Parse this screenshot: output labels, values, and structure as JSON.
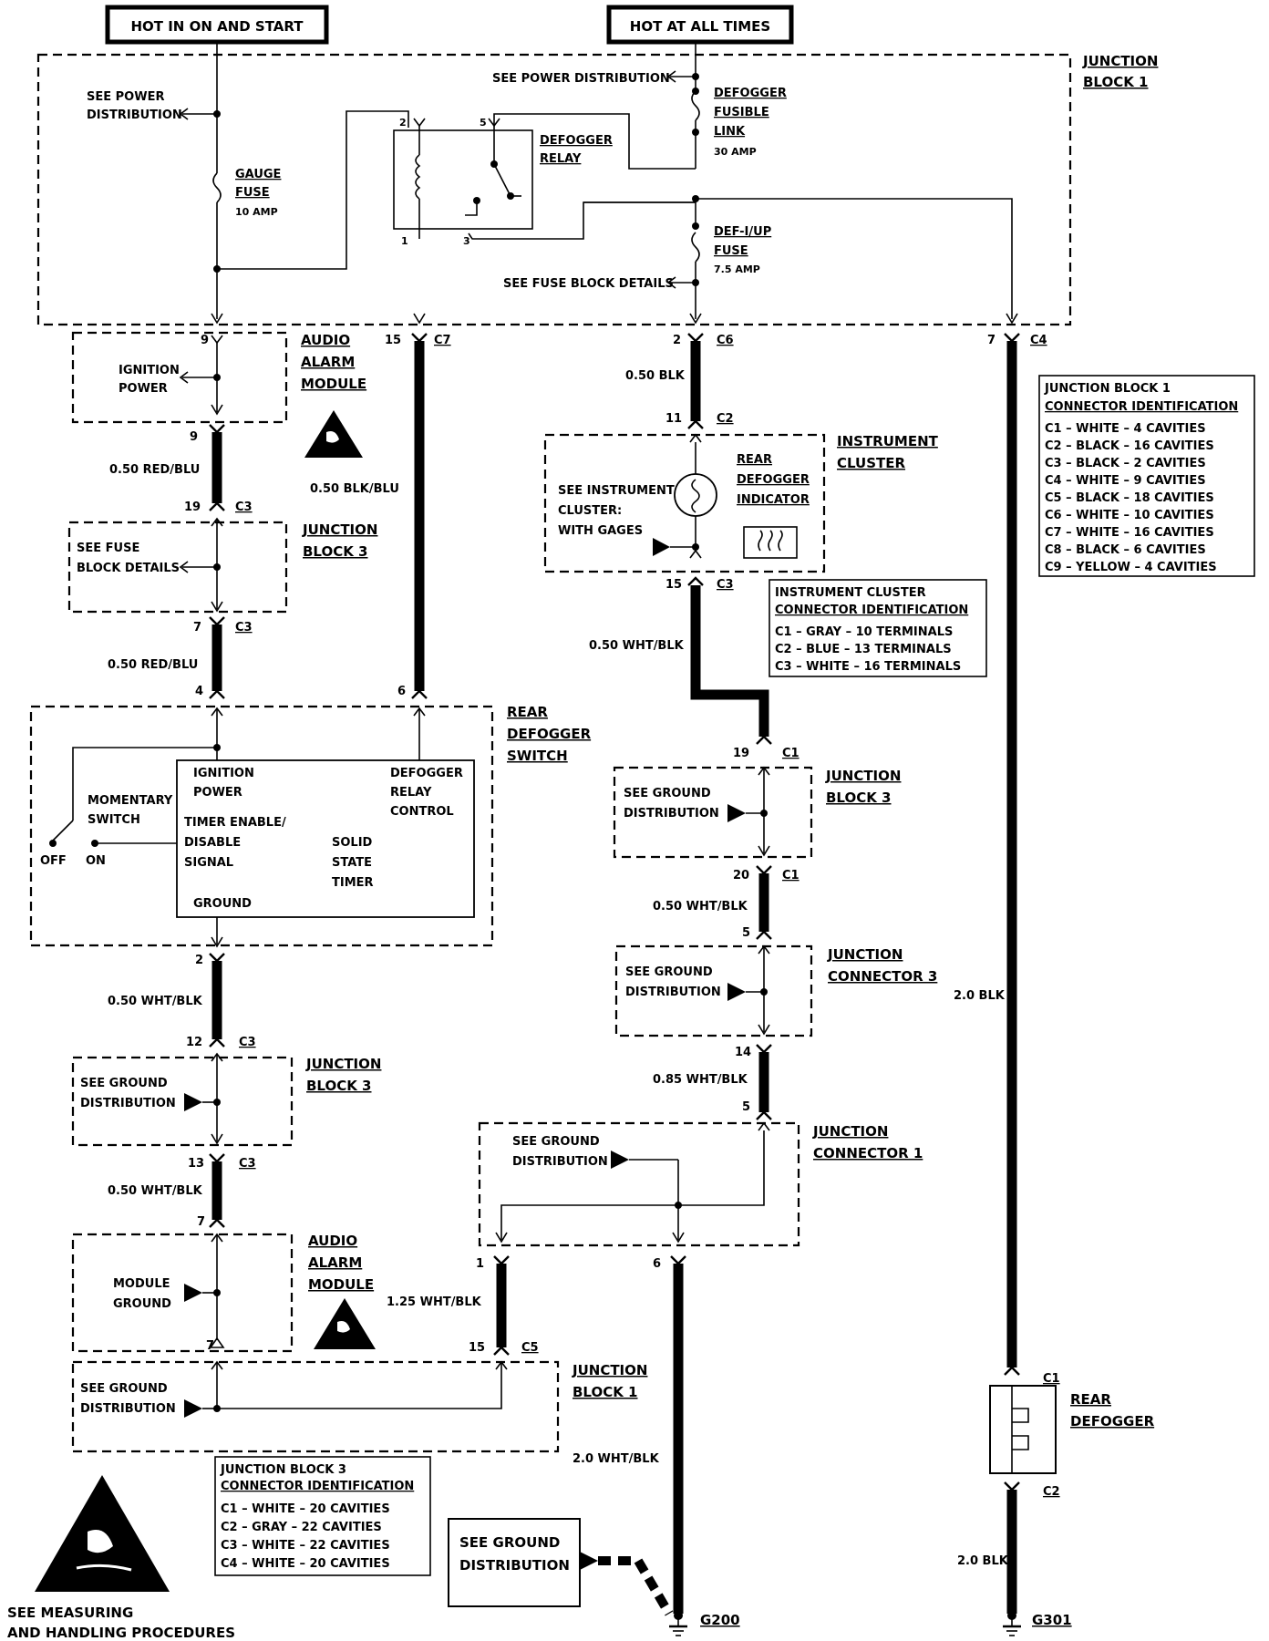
{
  "header": {
    "hot_run_start": "HOT IN ON AND START",
    "hot_all_times": "HOT AT ALL TIMES"
  },
  "junction_block_1": {
    "title_line1": "JUNCTION",
    "title_line2": "BLOCK 1",
    "see_power_distribution_left_1": "SEE POWER",
    "see_power_distribution_left_2": "DISTRIBUTION",
    "see_power_distribution_right": "SEE POWER DISTRIBUTION",
    "gauge_fuse_1": "GAUGE",
    "gauge_fuse_2": "FUSE",
    "gauge_fuse_amp": "10 AMP",
    "defogger_relay_1": "DEFOGGER",
    "defogger_relay_2": "RELAY",
    "fusible_link_1": "DEFOGGER",
    "fusible_link_2": "FUSIBLE",
    "fusible_link_3": "LINK",
    "fusible_link_amp": "30 AMP",
    "def_fuse_1": "DEF-I/UP",
    "def_fuse_2": "FUSE",
    "def_fuse_amp": "7.5 AMP",
    "see_fuse_block_details": "SEE FUSE BLOCK DETAILS",
    "relay_pins": [
      "2",
      "5",
      "1",
      "3"
    ]
  },
  "connectors_top": {
    "pin9": "9",
    "pin15": "15",
    "c7": "C7",
    "pin2": "2",
    "c6": "C6",
    "pin7": "7",
    "c4": "C4"
  },
  "audio_alarm_module_top": {
    "title": [
      "AUDIO",
      "ALARM",
      "MODULE"
    ],
    "ignition_power": [
      "IGNITION",
      "POWER"
    ]
  },
  "wires": {
    "red_blu_1": "0.50 RED/BLU",
    "red_blu_2": "0.50 RED/BLU",
    "blk_blu": "0.50 BLK/BLU",
    "blk": "0.50 BLK",
    "wht_blk_1": "0.50 WHT/BLK",
    "wht_blk_2": "0.50 WHT/BLK",
    "wht_blk_3": "0.85 WHT/BLK",
    "wht_blk_4": "0.50 WHT/BLK",
    "wht_blk_5": "0.50 WHT/BLK",
    "wht_blk_6": "1.25 WHT/BLK",
    "wht_blk_7": "2.0 WHT/BLK",
    "blk_2": "2.0 BLK",
    "blk_3": "2.0 BLK"
  },
  "junction_block_3_top": {
    "title": [
      "JUNCTION",
      "BLOCK 3"
    ],
    "see_fuse": [
      "SEE FUSE",
      "BLOCK DETAILS"
    ],
    "pin19": "19",
    "c3a": "C3",
    "pin7": "7",
    "c3b": "C3",
    "pin4": "4",
    "pin6": "6"
  },
  "rear_defogger_switch": {
    "title": [
      "REAR",
      "DEFOGGER",
      "SWITCH"
    ],
    "momentary": [
      "MOMENTARY",
      "SWITCH"
    ],
    "off": "OFF",
    "on": "ON",
    "ignition_power": [
      "IGNITION",
      "POWER"
    ],
    "relay_control": [
      "DEFOGGER",
      "RELAY",
      "CONTROL"
    ],
    "timer_enable": [
      "TIMER ENABLE/",
      "DISABLE",
      "SIGNAL"
    ],
    "solid_state": [
      "SOLID",
      "STATE",
      "TIMER"
    ],
    "ground": "GROUND",
    "pin2": "2"
  },
  "junction_block_3_mid": {
    "title": [
      "JUNCTION",
      "BLOCK 3"
    ],
    "see_ground": [
      "SEE GROUND",
      "DISTRIBUTION"
    ],
    "pin12": "12",
    "c3a": "C3",
    "pin13": "13",
    "c3b": "C3"
  },
  "audio_alarm_module_bottom": {
    "title": [
      "AUDIO",
      "ALARM",
      "MODULE"
    ],
    "module_ground": [
      "MODULE",
      "GROUND"
    ],
    "pin7a": "7",
    "pin7b": "7"
  },
  "junction_block_1_bottom": {
    "title": [
      "JUNCTION",
      "BLOCK 1"
    ],
    "see_ground": [
      "SEE GROUND",
      "DISTRIBUTION"
    ],
    "pin15": "15",
    "c5": "C5",
    "pin1": "1"
  },
  "jb3_table": {
    "header": [
      "JUNCTION BLOCK 3",
      "CONNECTOR IDENTIFICATION"
    ],
    "rows": [
      "C1 – WHITE – 20 CAVITIES",
      "C2 – GRAY – 22 CAVITIES",
      "C3 – WHITE – 22 CAVITIES",
      "C4 – WHITE – 20 CAVITIES"
    ]
  },
  "esd_note": [
    "SEE MEASURING",
    "AND HANDLING PROCEDURES"
  ],
  "instrument_cluster": {
    "title": [
      "INSTRUMENT",
      "CLUSTER"
    ],
    "see": [
      "SEE INSTRUMENT",
      "CLUSTER:",
      "WITH GAGES"
    ],
    "indicator": [
      "REAR",
      "DEFOGGER",
      "INDICATOR"
    ],
    "pin11": "11",
    "c2": "C2",
    "pin15": "15",
    "c3": "C3"
  },
  "ic_table": {
    "header": [
      "INSTRUMENT CLUSTER",
      "CONNECTOR IDENTIFICATION"
    ],
    "rows": [
      "C1 – GRAY – 10 TERMINALS",
      "C2 – BLUE – 13 TERMINALS",
      "C3 – WHITE – 16 TERMINALS"
    ]
  },
  "jb1_table": {
    "header": [
      "JUNCTION BLOCK 1",
      "CONNECTOR IDENTIFICATION"
    ],
    "rows": [
      "C1 – WHITE – 4 CAVITIES",
      "C2 – BLACK – 16 CAVITIES",
      "C3 – BLACK – 2 CAVITIES",
      "C4 – WHITE – 9 CAVITIES",
      "C5 – BLACK – 18 CAVITIES",
      "C6 – WHITE – 10 CAVITIES",
      "C7 – WHITE – 16 CAVITIES",
      "C8 – BLACK – 6 CAVITIES",
      "C9 – YELLOW – 4 CAVITIES"
    ]
  },
  "junction_block_3_right": {
    "title": [
      "JUNCTION",
      "BLOCK 3"
    ],
    "see_ground": [
      "SEE GROUND",
      "DISTRIBUTION"
    ],
    "pin19": "19",
    "c1a": "C1",
    "pin20": "20",
    "c1b": "C1"
  },
  "junction_connector_3": {
    "title": [
      "JUNCTION",
      "CONNECTOR 3"
    ],
    "see_ground": [
      "SEE GROUND",
      "DISTRIBUTION"
    ],
    "pin5": "5",
    "pin14": "14"
  },
  "junction_connector_1": {
    "title": [
      "JUNCTION",
      "CONNECTOR 1"
    ],
    "see_ground": [
      "SEE GROUND",
      "DISTRIBUTION"
    ],
    "pin5": "5",
    "pin6": "6"
  },
  "rear_defogger": {
    "title": [
      "REAR",
      "DEFOGGER"
    ],
    "c1": "C1",
    "c2": "C2"
  },
  "grounds": {
    "see_ground": [
      "SEE GROUND",
      "DISTRIBUTION"
    ],
    "g200": "G200",
    "g301": "G301"
  }
}
